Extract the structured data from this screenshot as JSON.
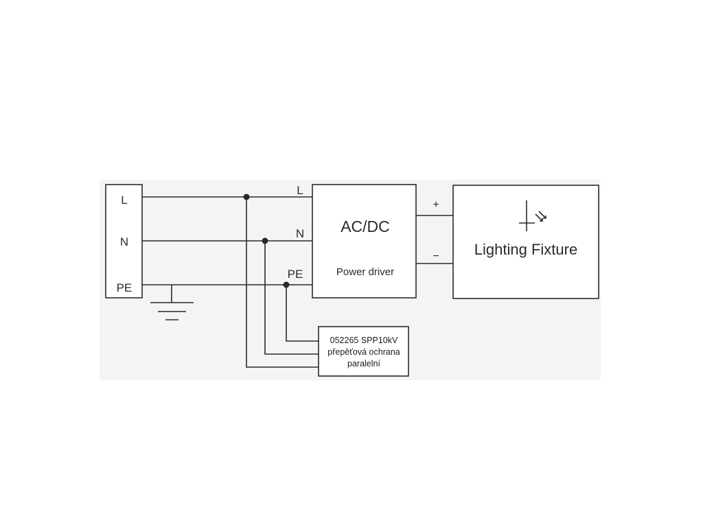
{
  "terminal": {
    "labels": [
      "L",
      "N",
      "PE"
    ]
  },
  "driver": {
    "input_labels": [
      "L",
      "N",
      "PE"
    ],
    "title": "AC/DC",
    "subtitle": "Power driver"
  },
  "output": {
    "plus": "+",
    "minus": "−"
  },
  "fixture": {
    "title": "Lighting Fixture",
    "icon": "lamp-icon"
  },
  "surge": {
    "lines": [
      "052265 SPP10kV",
      "přepěťová ochrana",
      "paralelní"
    ]
  },
  "colors": {
    "line": "#2a2a2a",
    "background_panel": "#f4f4f4"
  }
}
